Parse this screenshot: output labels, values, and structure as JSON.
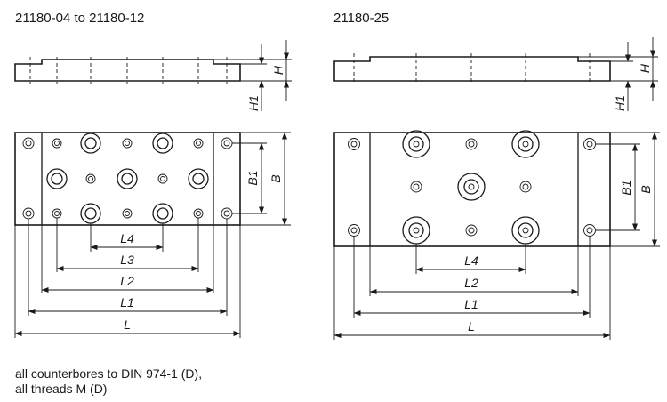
{
  "left_view": {
    "title": "21180-04 to 21180-12"
  },
  "right_view": {
    "title": "21180-25"
  },
  "dimensions": {
    "H": "H",
    "H1": "H1",
    "B": "B",
    "B1": "B1",
    "L": "L",
    "L1": "L1",
    "L2": "L2",
    "L3": "L3",
    "L4": "L4"
  },
  "notes": [
    "all counterbores to DIN 974-1 (D),",
    "all threads M (D)"
  ]
}
